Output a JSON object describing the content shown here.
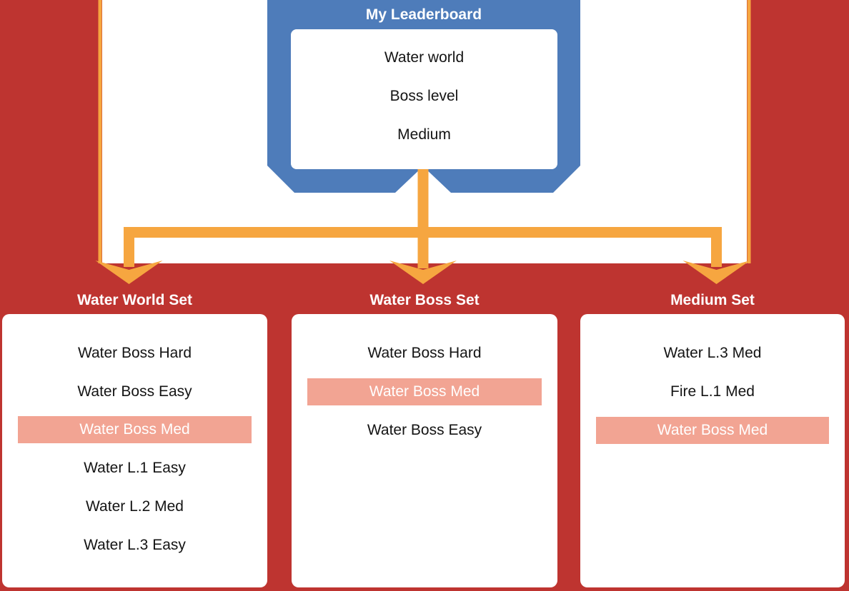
{
  "colors": {
    "background_red": "#BE3430",
    "node_blue": "#4E7CBA",
    "connector_orange": "#F6A640",
    "highlight_salmon": "#F2A493",
    "card_white": "#FFFFFF"
  },
  "root": {
    "title": "My Leaderboard",
    "items": [
      "Water world",
      "Boss level",
      "Medium"
    ]
  },
  "sets": [
    {
      "label": "Water World Set",
      "items": [
        {
          "text": "Water Boss Hard",
          "highlighted": false
        },
        {
          "text": "Water Boss Easy",
          "highlighted": false
        },
        {
          "text": "Water Boss Med",
          "highlighted": true
        },
        {
          "text": "Water L.1 Easy",
          "highlighted": false
        },
        {
          "text": "Water L.2 Med",
          "highlighted": false
        },
        {
          "text": "Water L.3 Easy",
          "highlighted": false
        }
      ]
    },
    {
      "label": "Water Boss Set",
      "items": [
        {
          "text": "Water Boss Hard",
          "highlighted": false
        },
        {
          "text": "Water Boss Med",
          "highlighted": true
        },
        {
          "text": "Water Boss Easy",
          "highlighted": false
        }
      ]
    },
    {
      "label": "Medium Set",
      "items": [
        {
          "text": "Water L.3 Med",
          "highlighted": false
        },
        {
          "text": "Fire L.1 Med",
          "highlighted": false
        },
        {
          "text": "Water Boss Med",
          "highlighted": true
        }
      ]
    }
  ]
}
